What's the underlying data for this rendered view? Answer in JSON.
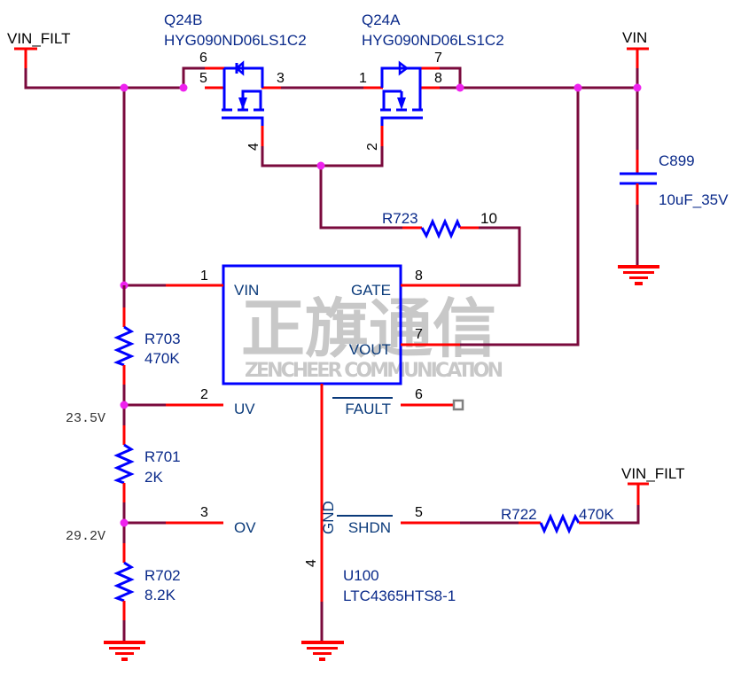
{
  "schematic": {
    "net_labels": {
      "vin_filt_top": "VIN_FILT",
      "vin_top": "VIN",
      "vin_filt_right": "VIN_FILT"
    },
    "mosfets": [
      {
        "ref": "Q24B",
        "part": "HYG090ND06LS1C2",
        "pins": {
          "a": "6",
          "b": "5",
          "c": "3",
          "d": "4"
        }
      },
      {
        "ref": "Q24A",
        "part": "HYG090ND06LS1C2",
        "pins": {
          "a": "1",
          "b": "7",
          "c": "8",
          "d": "2"
        }
      }
    ],
    "capacitor": {
      "ref": "C899",
      "value": "10uF_35V"
    },
    "resistors": [
      {
        "ref": "R723",
        "value": "10"
      },
      {
        "ref": "R703",
        "value": "470K"
      },
      {
        "ref": "R701",
        "value": "2K"
      },
      {
        "ref": "R702",
        "value": "8.2K"
      },
      {
        "ref": "R722",
        "value": "470K"
      }
    ],
    "voltages": {
      "uv_node": "23.5V",
      "ov_node": "29.2V"
    },
    "ic": {
      "ref": "U100",
      "part": "LTC4365HTS8-1",
      "pins": [
        {
          "num": "1",
          "name": "VIN"
        },
        {
          "num": "2",
          "name": "UV"
        },
        {
          "num": "3",
          "name": "OV"
        },
        {
          "num": "4",
          "name": "GND"
        },
        {
          "num": "5",
          "name": "SHDN"
        },
        {
          "num": "6",
          "name": "FAULT"
        },
        {
          "num": "7",
          "name": "VOUT"
        },
        {
          "num": "8",
          "name": "GATE"
        }
      ]
    },
    "watermark": {
      "cn": "正旗通信",
      "en": "ZENCHEER COMMUNICATION"
    }
  }
}
